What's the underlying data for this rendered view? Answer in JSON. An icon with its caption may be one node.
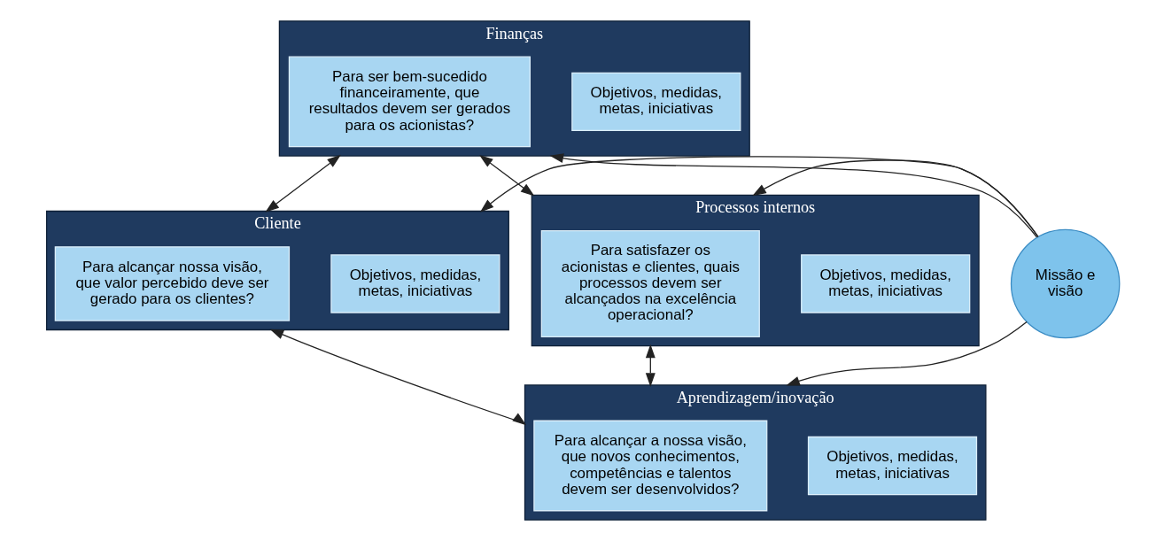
{
  "diagram": {
    "nodes": [
      {
        "text": [
          "Finanças"
        ]
      },
      {
        "text": [
          "Para ser bem-sucedido financeiramente, que resultados devem ser gerados para os acionistas?"
        ],
        "in": 0
      },
      {
        "text": [
          "Objetivos, medidas, metas, iniciativas"
        ],
        "in": 0
      },
      {
        "text": [
          "Cliente"
        ]
      },
      {
        "text": [
          "Para alcançar nossa visão, que valor percebido deve ser gerado para os clientes?"
        ],
        "in": 3
      },
      {
        "text": [
          "Objetivos, medidas, metas, iniciativas"
        ],
        "in": 3
      },
      {
        "text": [
          "Missão e visão"
        ]
      },
      {
        "text": [
          "Processos internos"
        ]
      },
      {
        "text": [
          "Para satisfazer os acionistas e clientes, quais processos devem ser alcançados na excelência operacional?"
        ],
        "in": 7
      },
      {
        "text": [
          "Objetivos, medidas, metas, iniciativas"
        ],
        "in": 7
      },
      {
        "text": [
          "Aprendizagem/inovação"
        ]
      },
      {
        "text": [
          "Para alcançar a nossa visão, que novos conhecimentos, competências e talentos devem ser desenvolvidos?"
        ],
        "in": 10
      },
      {
        "text": [
          "Objetivos, medidas, metas, iniciativas"
        ],
        "in": 10
      }
    ],
    "edges": [
      {
        "from": 6,
        "to": 0,
        "arrow": "to"
      },
      {
        "from": 6,
        "to": 3,
        "arrow": "to"
      },
      {
        "from": 6,
        "to": 7,
        "arrow": "to"
      },
      {
        "from": 6,
        "to": 10,
        "arrow": "to"
      },
      {
        "from": 0,
        "to": 3,
        "arrow": "both"
      },
      {
        "from": 0,
        "to": 7,
        "arrow": "both"
      },
      {
        "from": 3,
        "to": 10,
        "arrow": "both"
      },
      {
        "from": 7,
        "to": 10,
        "arrow": "both"
      }
    ]
  }
}
